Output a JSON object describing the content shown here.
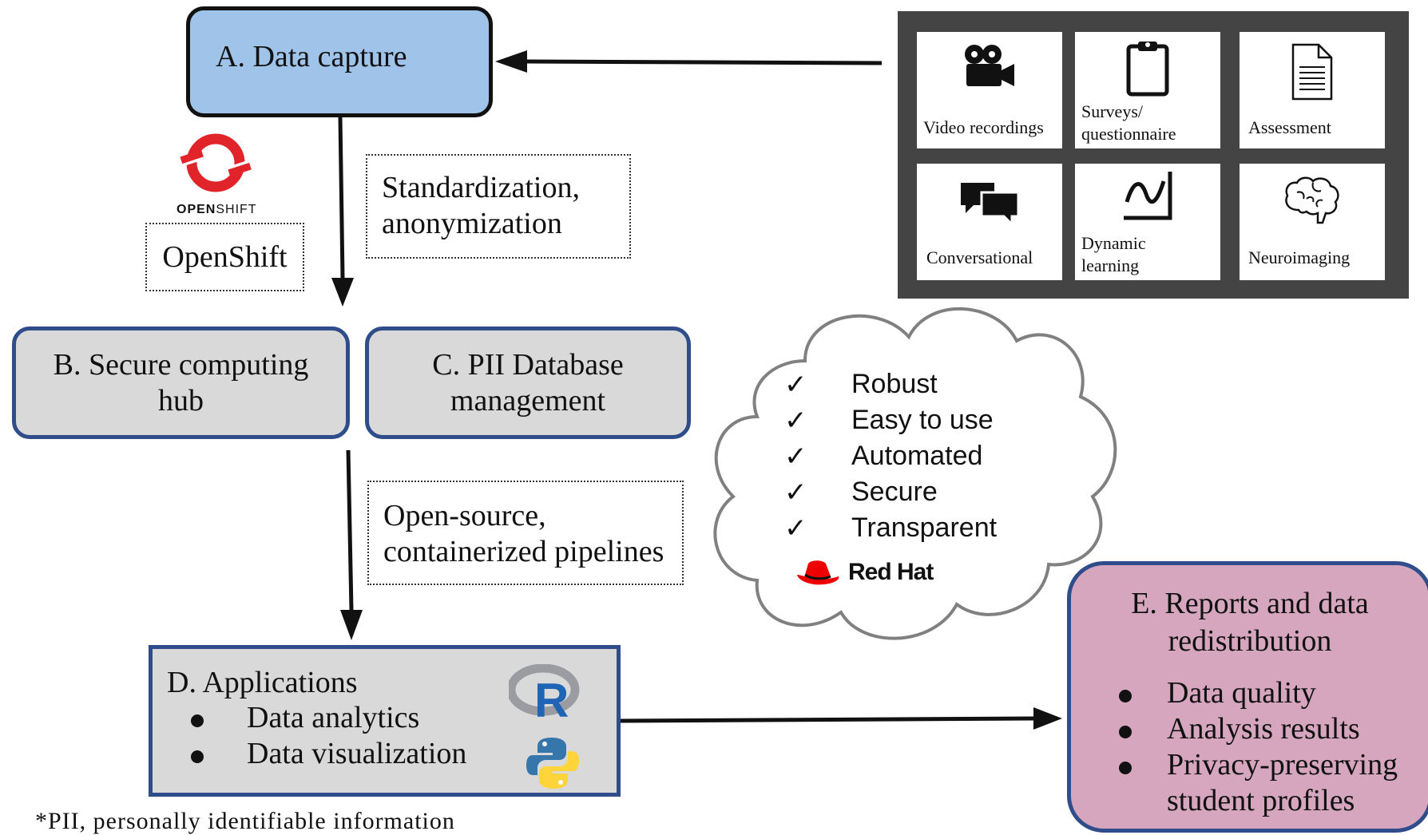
{
  "box_a": {
    "title": "A. Data capture"
  },
  "box_b": {
    "line1": "B. Secure computing",
    "line2": "hub"
  },
  "box_c": {
    "line1": "C. PII Database",
    "line2": "management"
  },
  "box_d": {
    "title": "D. Applications",
    "items": [
      "Data analytics",
      "Data visualization"
    ]
  },
  "box_e": {
    "line1": "E. Reports and data",
    "line2": "redistribution",
    "items": [
      "Data quality",
      "Analysis results",
      "Privacy-preserving",
      "student profiles"
    ]
  },
  "notes": {
    "standardization": [
      "Standardization,",
      "anonymization"
    ],
    "open_source": [
      "Open-source,",
      "containerized pipelines"
    ],
    "openshift_label": "OpenShift"
  },
  "openshift_logo": {
    "wordmark_bold": "OPEN",
    "wordmark_light": "SHIFT",
    "color": "#e0242a"
  },
  "sources": [
    {
      "label": "Video recordings",
      "icon": "video-camera-icon"
    },
    {
      "label": "Surveys/ questionnaire",
      "icon": "clipboard-icon"
    },
    {
      "label": "Assessment",
      "icon": "document-icon"
    },
    {
      "label": "Conversational",
      "icon": "chat-bubbles-icon"
    },
    {
      "label": "Dynamic learning",
      "icon": "learning-curve-icon"
    },
    {
      "label": "Neuroimaging",
      "icon": "brain-icon"
    }
  ],
  "cloud": {
    "check": "✓",
    "items": [
      "Robust",
      "Easy to use",
      "Automated",
      "Secure",
      "Transparent"
    ],
    "brand": "Red Hat",
    "brand_color": "#ee0000"
  },
  "r_logo": {
    "text": "R"
  },
  "footnote": "*PII, personally identifiable information",
  "colors": {
    "box_a_fill": "#9fc3e9",
    "box_bc_fill": "#d9d9d9",
    "box_e_fill": "#d5a6bd",
    "box_border_blue": "#2f4d8a",
    "panel_dark": "#444444"
  }
}
